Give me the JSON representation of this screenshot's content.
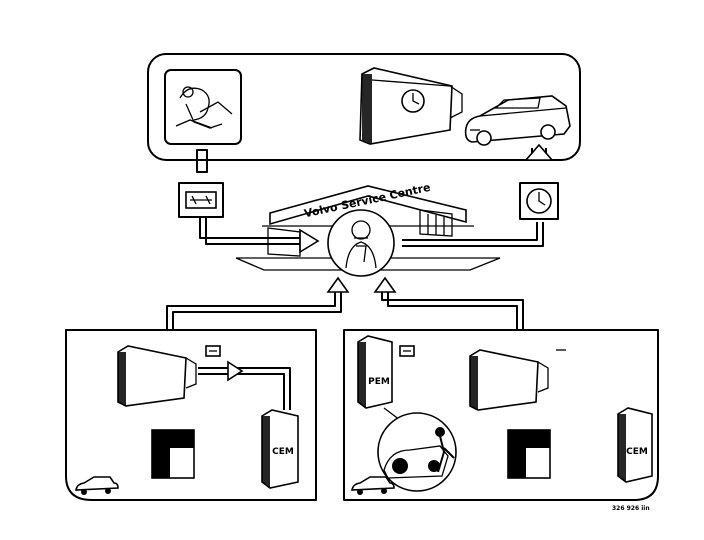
{
  "figure": {
    "service_sign": "Volvo Service Centre",
    "module_labels": {
      "pem": "PEM",
      "cem_left": "CEM",
      "cem_right": "CEM"
    },
    "reference_code": "326 926 iin"
  },
  "icons": {
    "top_left_image": "technician-scene-illustration",
    "top_ecu": "control-module-with-clock",
    "top_car": "car-icon",
    "diag_tool": "diagnostic-tool-icon",
    "clock": "clock-icon",
    "technician": "technician-portrait",
    "ecu": "control-module-icon",
    "upload": "upload-box-icon",
    "mechanic": "mechanic-magnifier-icon",
    "small_car": "small-car-icon"
  }
}
